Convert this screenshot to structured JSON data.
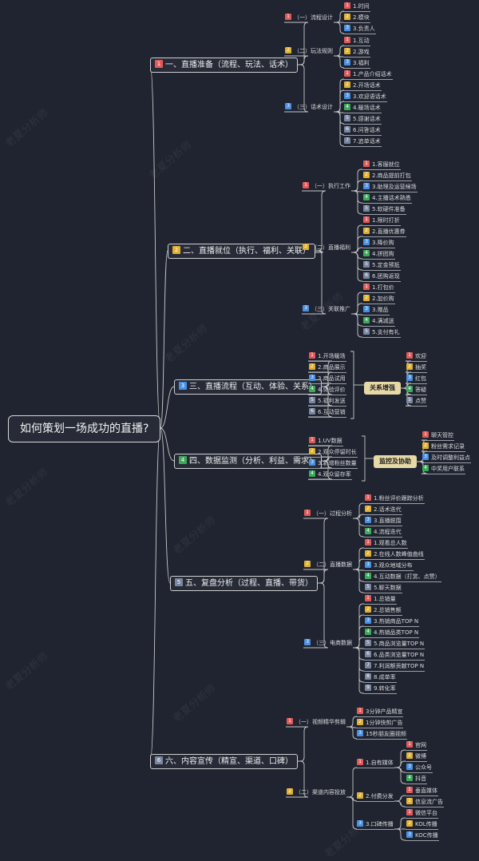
{
  "colors": {
    "background": "#1f2430",
    "line": "#c8c8c8",
    "badge_1": "#e05a5a",
    "badge_2": "#e0b030",
    "badge_3": "#4a90e2",
    "badge_4": "#3daa5a",
    "badge_5": "#7a86a0",
    "badge_6": "#7a86a0",
    "badge_7": "#7a86a0",
    "badge_8": "#7a86a0",
    "badge_9": "#7a86a0",
    "summary_fill": "#e7d9a6"
  },
  "watermark": "老夏分析师",
  "root": "如何策划一场成功的直播?",
  "branches": [
    {
      "badge": "1",
      "label": "一、直播准备（流程、玩法、话术）",
      "children": [
        {
          "badge": "1",
          "label": "（一）流程设计",
          "children": [
            {
              "badge": "1",
              "label": "1.时间"
            },
            {
              "badge": "2",
              "label": "2.模块"
            },
            {
              "badge": "3",
              "label": "3.负责人"
            }
          ]
        },
        {
          "badge": "2",
          "label": "（二）玩法规则",
          "children": [
            {
              "badge": "1",
              "label": "1.互动"
            },
            {
              "badge": "2",
              "label": "2.游戏"
            },
            {
              "badge": "3",
              "label": "3.福利"
            }
          ]
        },
        {
          "badge": "3",
          "label": "（三）话术设计",
          "children": [
            {
              "badge": "1",
              "label": "1.产品介绍话术"
            },
            {
              "badge": "2",
              "label": "2.开场话术"
            },
            {
              "badge": "3",
              "label": "3.欢迎语话术"
            },
            {
              "badge": "4",
              "label": "4.暖场话术"
            },
            {
              "badge": "5",
              "label": "5.感谢话术"
            },
            {
              "badge": "6",
              "label": "6.问答话术"
            },
            {
              "badge": "7",
              "label": "7.追单话术"
            }
          ]
        }
      ]
    },
    {
      "badge": "2",
      "label": "二、直播就位（执行、福利、关联）",
      "children": [
        {
          "badge": "1",
          "label": "（一）执行工作",
          "children": [
            {
              "badge": "1",
              "label": "1.客服就位"
            },
            {
              "badge": "2",
              "label": "2.商品提前打包"
            },
            {
              "badge": "3",
              "label": "3.助理及运营候场"
            },
            {
              "badge": "4",
              "label": "4.主播话术熟悉"
            },
            {
              "badge": "5",
              "label": "5.软硬件准备"
            }
          ]
        },
        {
          "badge": "2",
          "label": "（二）直播福利",
          "children": [
            {
              "badge": "1",
              "label": "1.限时打折"
            },
            {
              "badge": "2",
              "label": "2.直播优惠券"
            },
            {
              "badge": "3",
              "label": "3.降价购"
            },
            {
              "badge": "4",
              "label": "4.拼团购"
            },
            {
              "badge": "5",
              "label": "5.定金预抵"
            },
            {
              "badge": "6",
              "label": "6.团购返现"
            }
          ]
        },
        {
          "badge": "3",
          "label": "（三）关联推广",
          "children": [
            {
              "badge": "1",
              "label": "1.打包价"
            },
            {
              "badge": "2",
              "label": "2.加价购"
            },
            {
              "badge": "3",
              "label": "3.赠品"
            },
            {
              "badge": "4",
              "label": "4.满减送"
            },
            {
              "badge": "5",
              "label": "5.支付有礼"
            }
          ]
        }
      ]
    },
    {
      "badge": "3",
      "label": "三、直播流程（互动、体验、关系）",
      "children": [
        {
          "badge": "1",
          "label": "1.开场暖场"
        },
        {
          "badge": "2",
          "label": "2.商品展示"
        },
        {
          "badge": "3",
          "label": "3.商品试用"
        },
        {
          "badge": "4",
          "label": "4.体验评价"
        },
        {
          "badge": "5",
          "label": "5.福利发送"
        },
        {
          "badge": "6",
          "label": "6.互动营销"
        }
      ],
      "summary": {
        "label": "关系增强",
        "children": [
          {
            "badge": "1",
            "label": "欢迎"
          },
          {
            "badge": "2",
            "label": "抽奖"
          },
          {
            "badge": "3",
            "label": "红包"
          },
          {
            "badge": "4",
            "label": "答疑"
          },
          {
            "badge": "5",
            "label": "点赞"
          }
        ]
      }
    },
    {
      "badge": "4",
      "label": "四、数据监测（分析、利益、需求）",
      "children": [
        {
          "badge": "1",
          "label": "1.UV数据"
        },
        {
          "badge": "2",
          "label": "2.观众停留时长"
        },
        {
          "badge": "3",
          "label": "3.新增粉丝数量"
        },
        {
          "badge": "4",
          "label": "4.观众留存率"
        }
      ],
      "summary": {
        "label": "监控及协助",
        "children": [
          {
            "badge": "1",
            "label": "聊天管控"
          },
          {
            "badge": "2",
            "label": "粉丝需求记录"
          },
          {
            "badge": "3",
            "label": "及时调整利益点"
          },
          {
            "badge": "4",
            "label": "中奖用户联系"
          }
        ]
      }
    },
    {
      "badge": "5",
      "label": "五、复盘分析（过程、直播、带货）",
      "children": [
        {
          "badge": "1",
          "label": "（一）过程分析",
          "children": [
            {
              "badge": "1",
              "label": "1.粉丝评价跟踪分析"
            },
            {
              "badge": "2",
              "label": "2.话术迭代"
            },
            {
              "badge": "3",
              "label": "3.直播脱围"
            },
            {
              "badge": "4",
              "label": "4.流程迭代"
            }
          ]
        },
        {
          "badge": "2",
          "label": "（二）直播数据",
          "children": [
            {
              "badge": "1",
              "label": "1.观看总人数"
            },
            {
              "badge": "2",
              "label": "2.在线人数峰值曲线"
            },
            {
              "badge": "3",
              "label": "3.观众地域分布"
            },
            {
              "badge": "4",
              "label": "4.互动数据（打赏、点赞）"
            },
            {
              "badge": "5",
              "label": "5.聊天数据"
            }
          ]
        },
        {
          "badge": "3",
          "label": "（三）电商数据",
          "children": [
            {
              "badge": "1",
              "label": "1.总销量"
            },
            {
              "badge": "2",
              "label": "2.总销售额"
            },
            {
              "badge": "3",
              "label": "3.热销商品TOP N"
            },
            {
              "badge": "4",
              "label": "4.热销品类TOP N"
            },
            {
              "badge": "5",
              "label": "5.商品浏览量TOP N"
            },
            {
              "badge": "6",
              "label": "6.品类浏览量TOP N"
            },
            {
              "badge": "7",
              "label": "7.利润额贡献TOP N"
            },
            {
              "badge": "8",
              "label": "8.成单率"
            },
            {
              "badge": "9",
              "label": "9.转化率"
            }
          ]
        }
      ]
    },
    {
      "badge": "6",
      "label": "六、内容宣传（精宣、渠道、口碑）",
      "children": [
        {
          "badge": "1",
          "label": "（一）视频精华剪辑",
          "children": [
            {
              "badge": "1",
              "label": "3分钟产品精宣"
            },
            {
              "badge": "2",
              "label": "1分钟快剪广告"
            },
            {
              "badge": "3",
              "label": "15秒朋友圈视频"
            }
          ]
        },
        {
          "badge": "2",
          "label": "（二）渠道内容投放",
          "children": [
            {
              "badge": "1",
              "label": "1.自有媒体",
              "children": [
                {
                  "badge": "1",
                  "label": "官网"
                },
                {
                  "badge": "2",
                  "label": "微博"
                },
                {
                  "badge": "3",
                  "label": "公众号"
                },
                {
                  "badge": "4",
                  "label": "抖音"
                }
              ]
            },
            {
              "badge": "2",
              "label": "2.付费分发",
              "children": [
                {
                  "badge": "1",
                  "label": "垂直媒体"
                },
                {
                  "badge": "2",
                  "label": "信息流广告"
                }
              ]
            },
            {
              "badge": "3",
              "label": "3.口碑传播",
              "children": [
                {
                  "badge": "1",
                  "label": "微信平台"
                },
                {
                  "badge": "2",
                  "label": "KOL传播"
                },
                {
                  "badge": "3",
                  "label": "KOC传播"
                }
              ]
            }
          ]
        }
      ]
    }
  ]
}
